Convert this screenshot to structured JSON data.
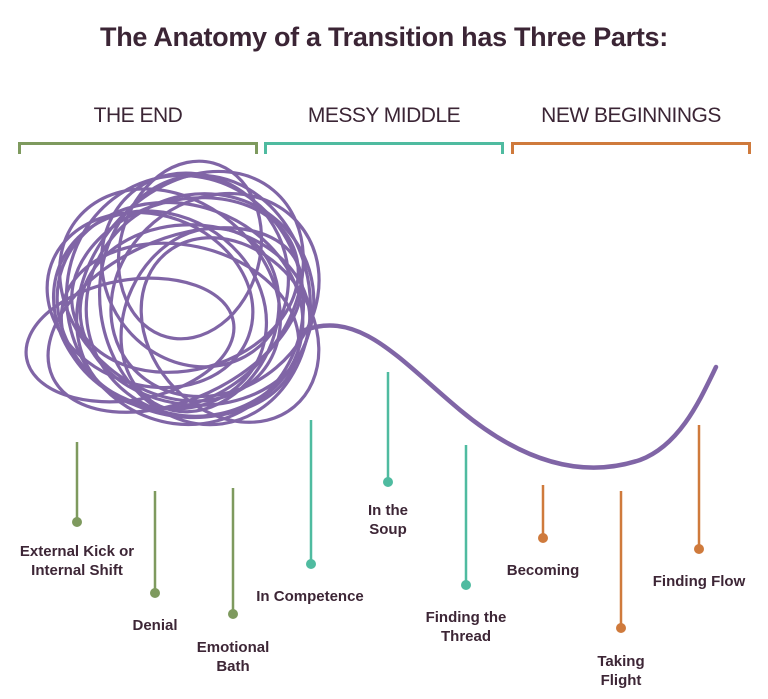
{
  "title": "The Anatomy of a Transition has Three Parts:",
  "colors": {
    "title": "#3b2535",
    "thread": "#8065a6",
    "the_end": "#7e9a5e",
    "messy_middle": "#4fbba0",
    "new_beginnings": "#cf7a3c"
  },
  "phases": [
    {
      "id": "the_end",
      "label": "THE END",
      "color": "#7e9a5e"
    },
    {
      "id": "messy_middle",
      "label": "MESSY MIDDLE",
      "color": "#4fbba0"
    },
    {
      "id": "new_beginnings",
      "label": "NEW BEGINNINGS",
      "color": "#cf7a3c"
    }
  ],
  "stages": [
    {
      "label_line1": "External Kick or",
      "label_line2": "Internal Shift",
      "phase": "the_end"
    },
    {
      "label_line1": "Denial",
      "label_line2": "",
      "phase": "the_end"
    },
    {
      "label_line1": "Emotional",
      "label_line2": "Bath",
      "phase": "the_end"
    },
    {
      "label_line1": "In Competence",
      "label_line2": "",
      "phase": "messy_middle"
    },
    {
      "label_line1": "In the",
      "label_line2": "Soup",
      "phase": "messy_middle"
    },
    {
      "label_line1": "Finding the",
      "label_line2": "Thread",
      "phase": "messy_middle"
    },
    {
      "label_line1": "Becoming",
      "label_line2": "",
      "phase": "new_beginnings"
    },
    {
      "label_line1": "Taking",
      "label_line2": "Flight",
      "phase": "new_beginnings"
    },
    {
      "label_line1": "Finding Flow",
      "label_line2": "",
      "phase": "new_beginnings"
    }
  ]
}
